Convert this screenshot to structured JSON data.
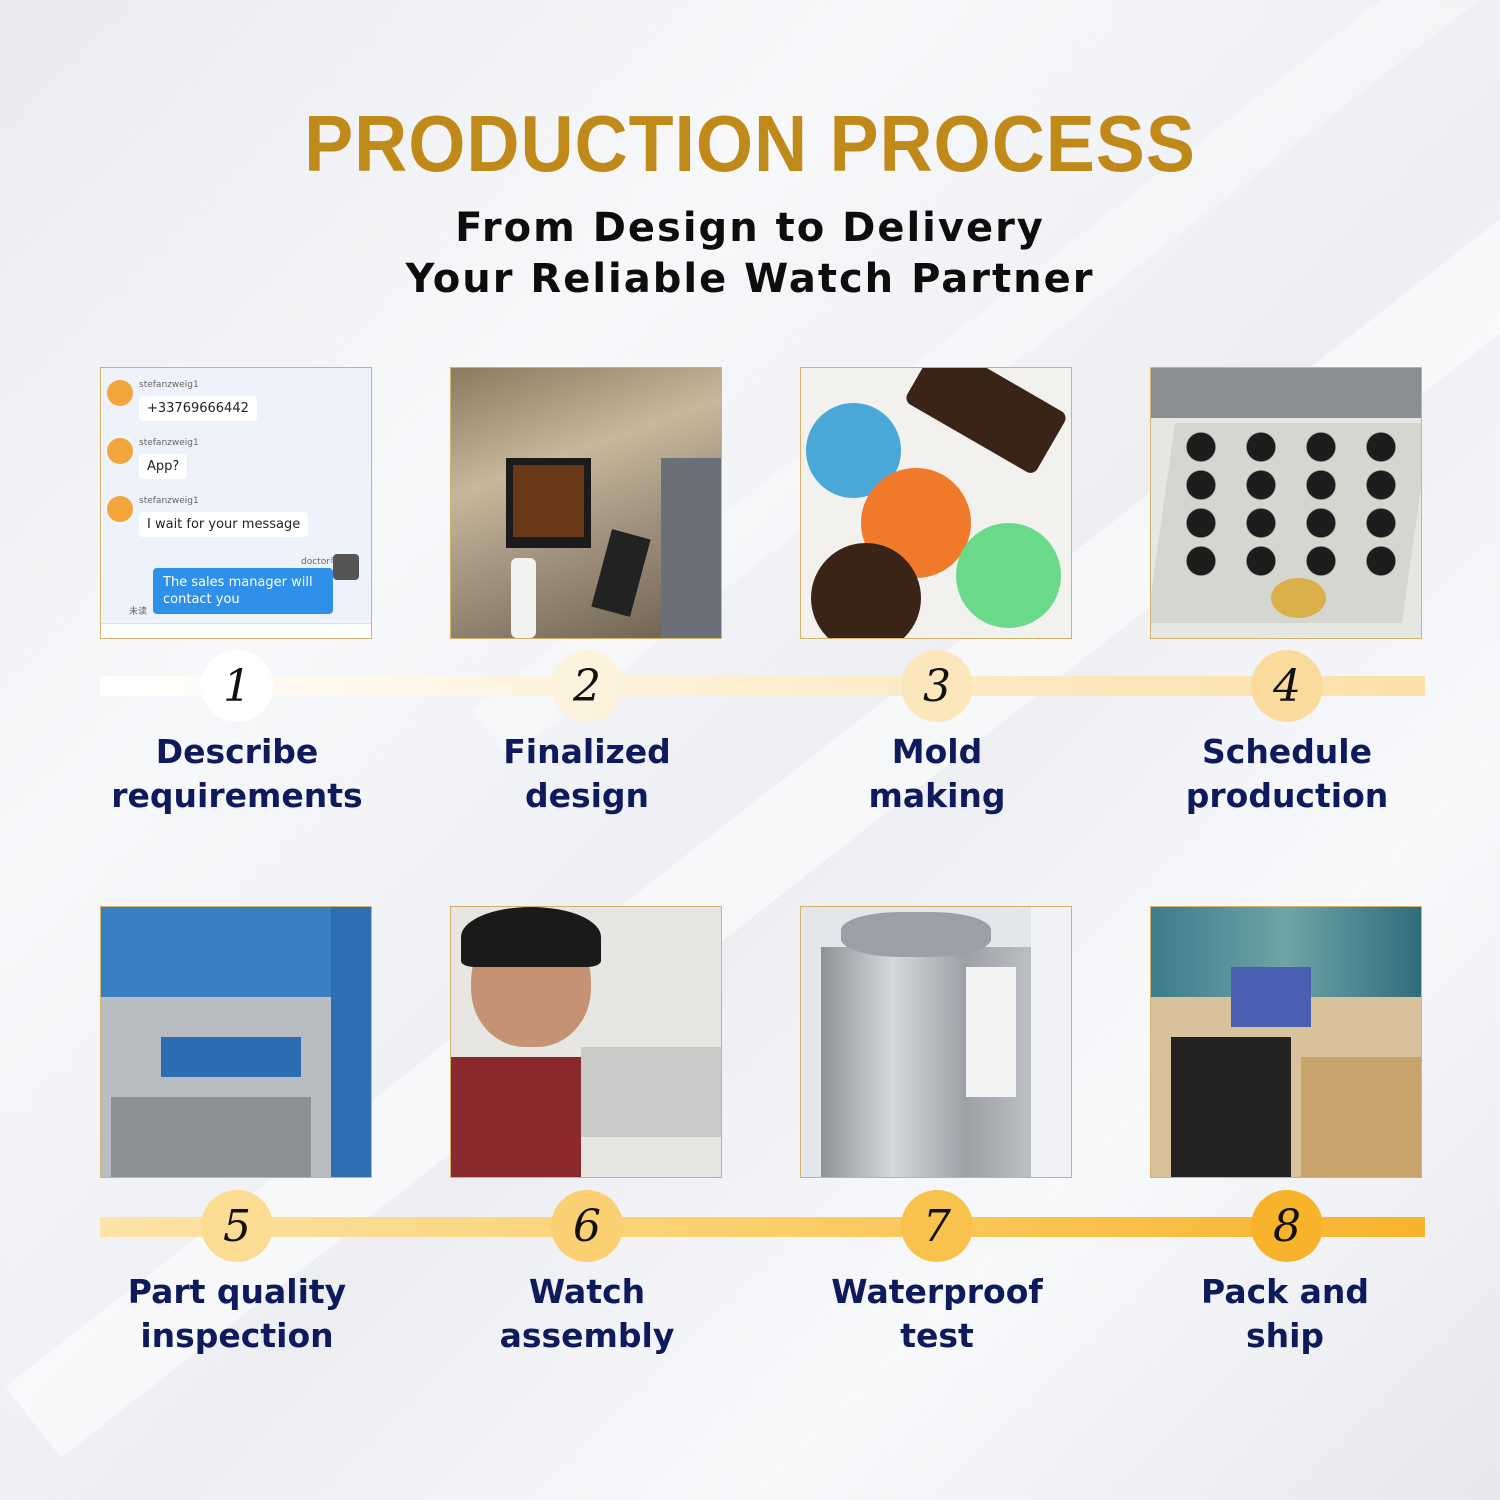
{
  "header": {
    "title": "PRODUCTION PROCESS",
    "subtitle_line1": "From Design to Delivery",
    "subtitle_line2": "Your Reliable Watch Partner"
  },
  "chat": {
    "username": "stefanzweig1",
    "messages": [
      "+33769666442",
      "App?",
      "I wait for your message"
    ],
    "reply_user": "doctor毛",
    "reply": "The sales manager will contact you",
    "unread": "未读"
  },
  "steps": [
    {
      "num": "1",
      "label": "Describe\nrequirements",
      "photo": "chat-screenshot"
    },
    {
      "num": "2",
      "label": "Finalized\ndesign",
      "photo": "office-computer"
    },
    {
      "num": "3",
      "label": "Mold\nmaking",
      "photo": "resin-watch-cases"
    },
    {
      "num": "4",
      "label": "Schedule\nproduction",
      "photo": "watch-dials-tray"
    },
    {
      "num": "5",
      "label": "Part quality\ninspection",
      "photo": "testing-machine"
    },
    {
      "num": "6",
      "label": "Watch\nassembly",
      "photo": "worker-assembly"
    },
    {
      "num": "7",
      "label": "Waterproof\ntest",
      "photo": "pressure-chamber"
    },
    {
      "num": "8",
      "label": "Pack and\nship",
      "photo": "packing-warehouse"
    }
  ],
  "colors": {
    "title": "#c08a1a",
    "label": "#0f1a5c",
    "timeline_light": "#fbe9c2",
    "timeline_dark": "#f9b935"
  }
}
